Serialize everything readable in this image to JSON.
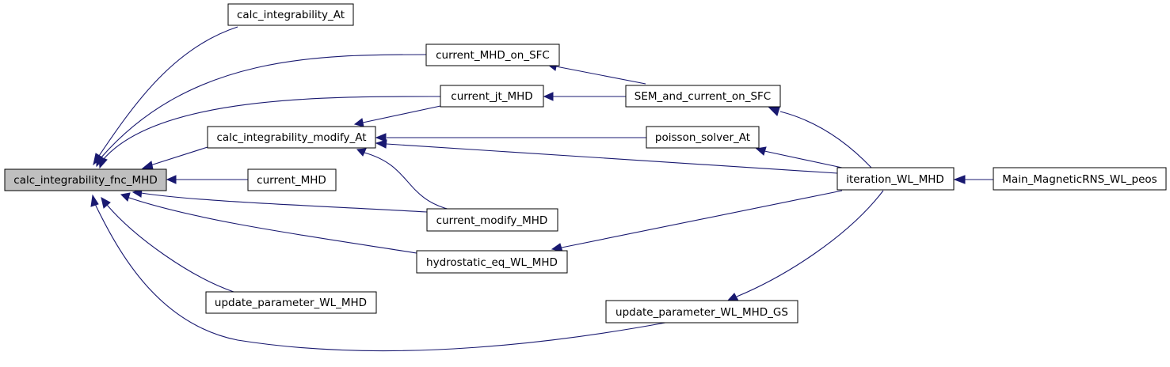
{
  "graph": {
    "root_color": "#bfbfbf",
    "edge_color": "#191970",
    "nodes": [
      {
        "id": "fnc",
        "label": "calc_integrability_fnc_MHD"
      },
      {
        "id": "at",
        "label": "calc_integrability_At"
      },
      {
        "id": "cmsfc",
        "label": "current_MHD_on_SFC"
      },
      {
        "id": "cjt",
        "label": "current_jt_MHD"
      },
      {
        "id": "sem",
        "label": "SEM_and_current_on_SFC"
      },
      {
        "id": "cmod",
        "label": "calc_integrability_modify_At"
      },
      {
        "id": "pois",
        "label": "poisson_solver_At"
      },
      {
        "id": "cur",
        "label": "current_MHD"
      },
      {
        "id": "iter",
        "label": "iteration_WL_MHD"
      },
      {
        "id": "main",
        "label": "Main_MagneticRNS_WL_peos"
      },
      {
        "id": "curmod",
        "label": "current_modify_MHD"
      },
      {
        "id": "hydro",
        "label": "hydrostatic_eq_WL_MHD"
      },
      {
        "id": "upd",
        "label": "update_parameter_WL_MHD"
      },
      {
        "id": "updgs",
        "label": "update_parameter_WL_MHD_GS"
      }
    ]
  }
}
